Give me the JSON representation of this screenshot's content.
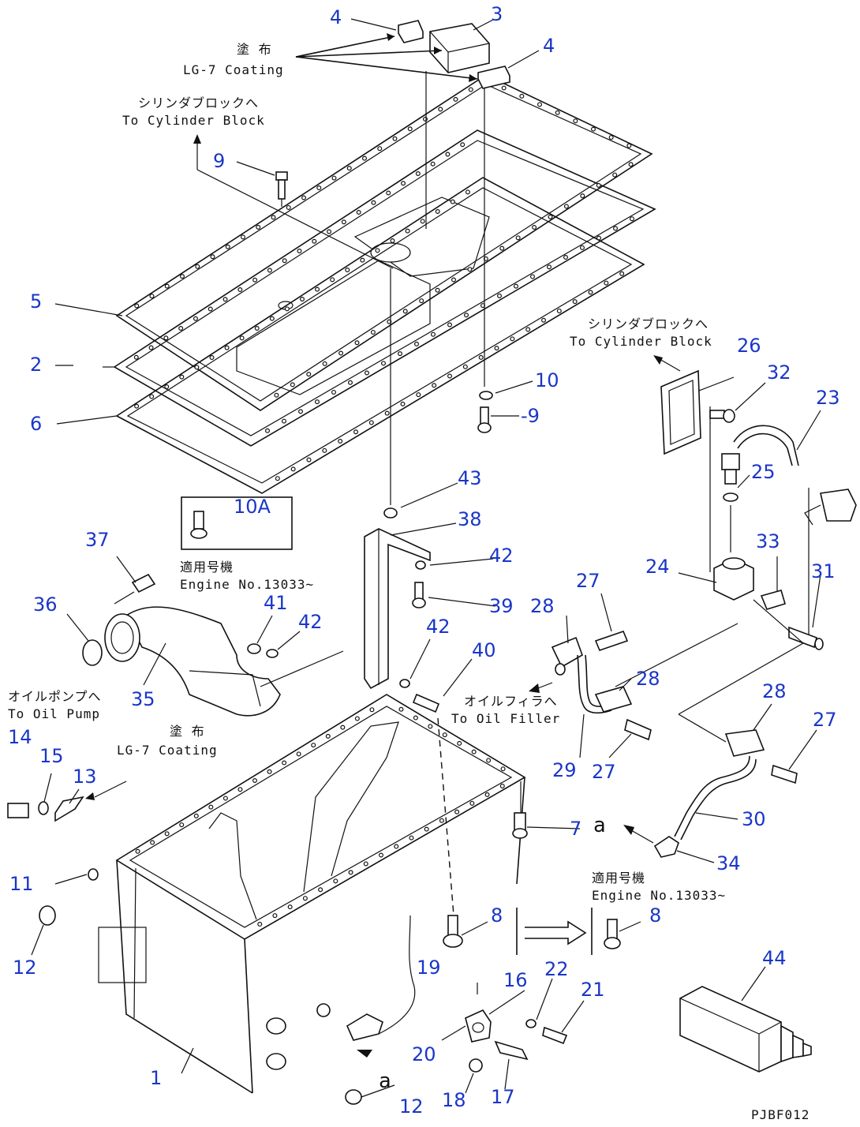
{
  "diagram": {
    "drawing_code": "PJBF012",
    "captions": {
      "coating_jp": "塗 布",
      "coating_top": "LG-7 Coating",
      "coating_mid": "LG-7 Coating",
      "to_cyl_jp": "シリンダブロックへ",
      "to_cyl_block": "To Cylinder Block",
      "to_cyl_jp2": "シリンダブロックへ",
      "to_cyl_block2": "To Cylinder Block",
      "applicable_jp": "適用号機",
      "engine_no": "Engine No.13033~",
      "applicable_jp2": "適用号機",
      "engine_no2": "Engine No.13033~",
      "oil_pump_jp": "オイルポンプへ",
      "to_oil_pump": "To Oil Pump",
      "oil_filler_jp": "オイルフィラへ",
      "to_oil_filler": "To Oil Filler",
      "ref_a": "a",
      "ref_a2": "a"
    },
    "labels": {
      "p1": "1",
      "p2": "2",
      "p3": "3",
      "p4a": "4",
      "p4b": "4",
      "p5": "5",
      "p6": "6",
      "p7": "7",
      "p8a": "8",
      "p8b": "8",
      "p9a": "9",
      "p9b": "-9",
      "p10": "10",
      "p10a": "10A",
      "p11": "11",
      "p12a": "12",
      "p12b": "12",
      "p13": "13",
      "p14": "14",
      "p15": "15",
      "p16": "16",
      "p17": "17",
      "p18": "18",
      "p19": "19",
      "p20": "20",
      "p21": "21",
      "p22": "22",
      "p23": "23",
      "p24": "24",
      "p25": "25",
      "p26": "26",
      "p27a": "27",
      "p27b": "27",
      "p27c": "27",
      "p28a": "28",
      "p28b": "28",
      "p28c": "28",
      "p29": "29",
      "p30": "30",
      "p31": "31",
      "p32": "32",
      "p33": "33",
      "p34": "34",
      "p35": "35",
      "p36": "36",
      "p37": "37",
      "p38": "38",
      "p39": "39",
      "p40": "40",
      "p41": "41",
      "p42a": "42",
      "p42b": "42",
      "p42c": "42",
      "p43": "43",
      "p44": "44"
    }
  }
}
